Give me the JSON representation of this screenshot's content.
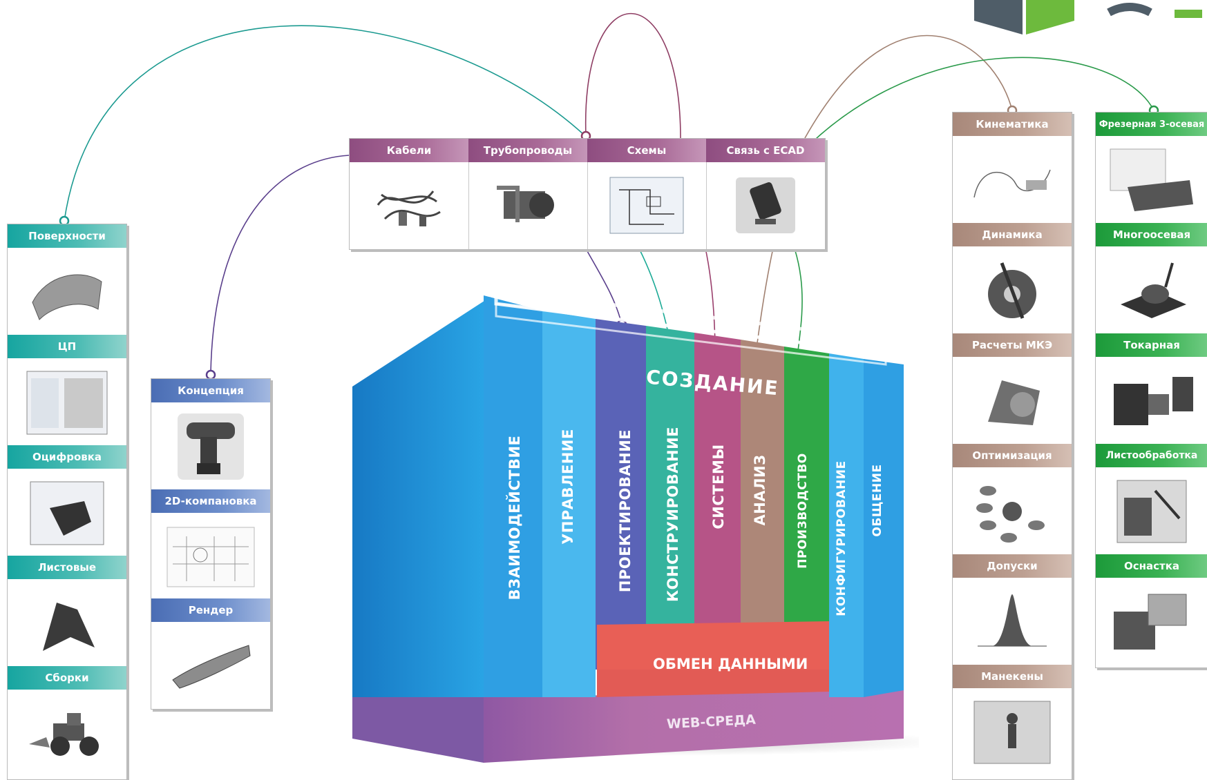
{
  "top_panel": {
    "items": [
      {
        "label": "Кабели"
      },
      {
        "label": "Трубопроводы"
      },
      {
        "label": "Схемы"
      },
      {
        "label": "Связь с ECAD"
      }
    ]
  },
  "left_panel": {
    "items": [
      {
        "label": "Поверхности"
      },
      {
        "label": "ЦП"
      },
      {
        "label": "Оцифровка"
      },
      {
        "label": "Листовые"
      },
      {
        "label": "Сборки"
      }
    ]
  },
  "mid_left_panel": {
    "items": [
      {
        "label": "Концепция"
      },
      {
        "label": "2D-компановка"
      },
      {
        "label": "Рендер"
      }
    ]
  },
  "analysis_panel": {
    "items": [
      {
        "label": "Кинематика"
      },
      {
        "label": "Динамика"
      },
      {
        "label": "Расчеты МКЭ"
      },
      {
        "label": "Оптимизация"
      },
      {
        "label": "Допуски"
      },
      {
        "label": "Манекены"
      }
    ]
  },
  "manufacturing_panel": {
    "items": [
      {
        "label": "Фрезерная 3-осевая"
      },
      {
        "label": "Многоосевая"
      },
      {
        "label": "Токарная"
      },
      {
        "label": "Листообработка"
      },
      {
        "label": "Оснастка"
      }
    ]
  },
  "box": {
    "columns": [
      {
        "label": "ВЗАИМОДЕЙСТВИЕ",
        "color": "#2f9fe3"
      },
      {
        "label": "УПРАВЛЕНИЕ",
        "color": "#4ab8ee"
      },
      {
        "label": "ПРОЕКТИРОВАНИЕ",
        "color": "#5a63b7"
      },
      {
        "label": "КОНСТРУИРОВАНИЕ",
        "color": "#35b39e"
      },
      {
        "label": "СИСТЕМЫ",
        "color": "#b65487"
      },
      {
        "label": "АНАЛИЗ",
        "color": "#ad8778"
      },
      {
        "label": "ПРОИЗВОДСТВО",
        "color": "#2fa847"
      },
      {
        "label": "КОНФИГУРИРОВАНИЕ",
        "color": "#40b2ec"
      },
      {
        "label": "ОБЩЕНИЕ",
        "color": "#2f9fe3"
      }
    ],
    "header_label": "СОЗДАНИЕ",
    "data_exchange_label": "ОБМЕН ДАННЫМИ",
    "web_label": "WEB-СРЕДА"
  }
}
